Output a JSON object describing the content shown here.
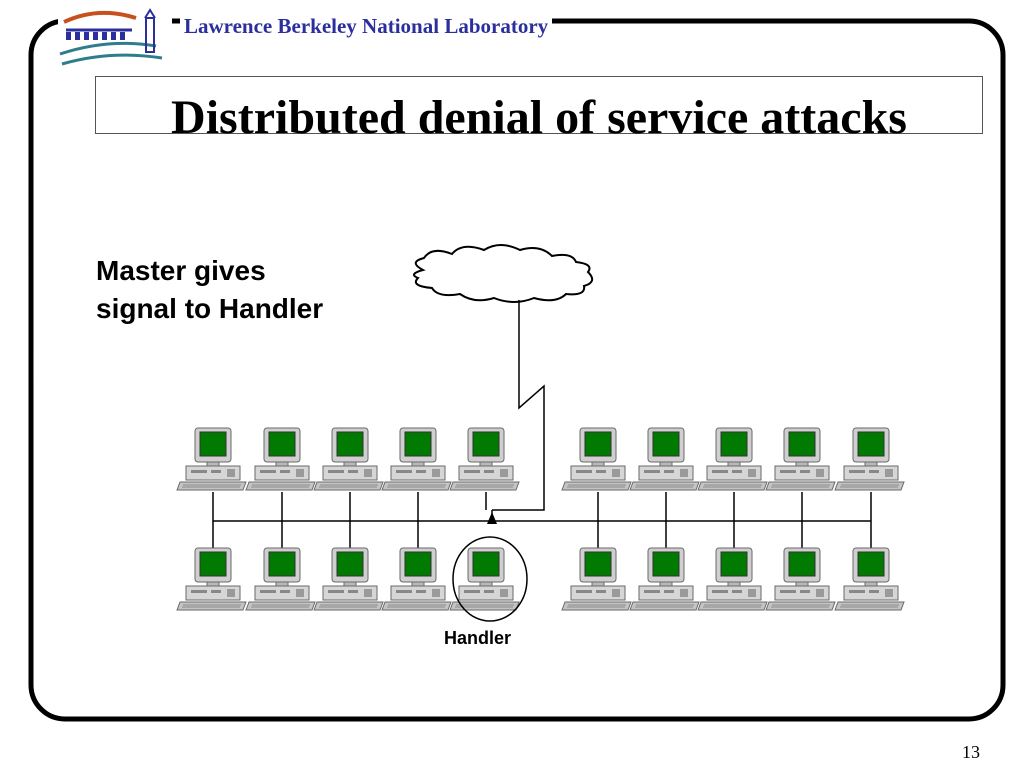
{
  "header": {
    "lab_name": "Lawrence Berkeley National Laboratory"
  },
  "slide": {
    "title": "Distributed denial of service attacks",
    "caption_lines": [
      "Master gives",
      "signal to Handler"
    ],
    "handler_label": "Handler",
    "page_number": "13"
  },
  "diagram": {
    "node_screen_color": "#007a00",
    "link_color": "#000000",
    "computer_rows": 2,
    "computers_per_group": 5,
    "groups_per_row": 2,
    "highlighted_node": "Handler"
  }
}
